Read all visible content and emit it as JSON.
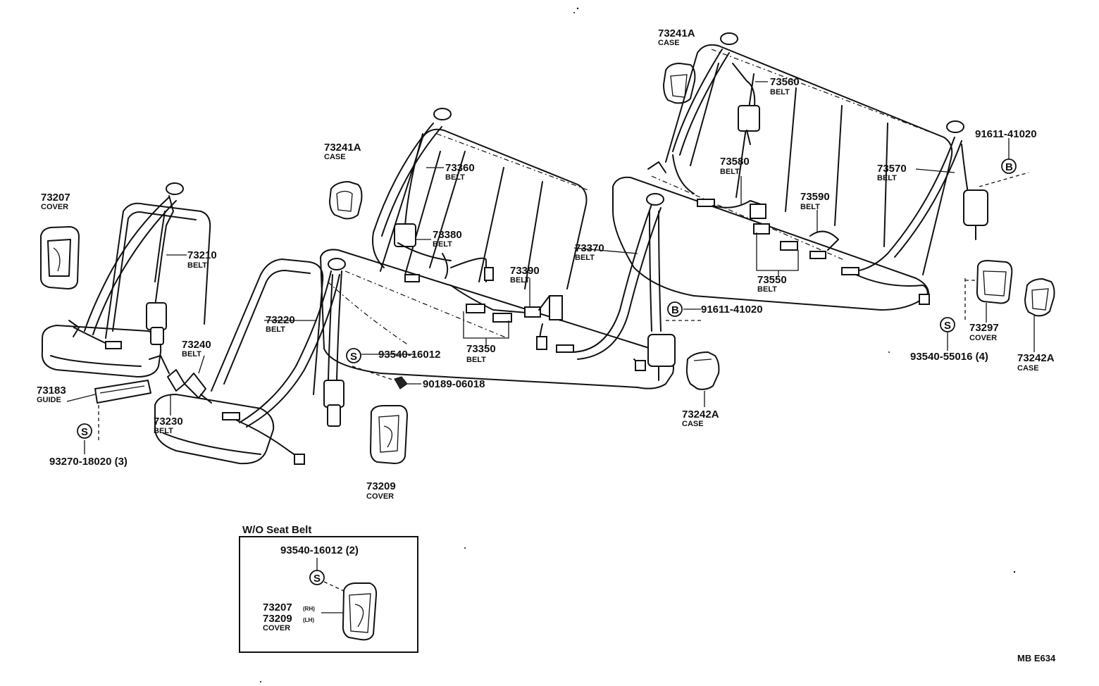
{
  "labels": {
    "p73241A_left": {
      "num": "73241A",
      "sub": "CASE"
    },
    "p73241A_right": {
      "num": "73241A",
      "sub": "CASE"
    },
    "p73207": {
      "num": "73207",
      "sub": "COVER"
    },
    "p73210": {
      "num": "73210",
      "sub": "BELT"
    },
    "p73220": {
      "num": "73220",
      "sub": "BELT"
    },
    "p73240": {
      "num": "73240",
      "sub": "BELT"
    },
    "p73183": {
      "num": "73183",
      "sub": "GUIDE"
    },
    "p73230": {
      "num": "73230",
      "sub": "BELT"
    },
    "p93270": {
      "num": "93270-18020 (3)"
    },
    "p73360": {
      "num": "73360",
      "sub": "BELT"
    },
    "p73380": {
      "num": "73380",
      "sub": "BELT"
    },
    "p73390": {
      "num": "73390",
      "sub": "BELT"
    },
    "p73370": {
      "num": "73370",
      "sub": "BELT"
    },
    "p73350": {
      "num": "73350",
      "sub": "BELT"
    },
    "p93540_16012": {
      "num": "93540-16012"
    },
    "p90189": {
      "num": "90189-06018"
    },
    "p73209": {
      "num": "73209",
      "sub": "COVER"
    },
    "p91611_mid": {
      "num": "91611-41020"
    },
    "p73242A_mid": {
      "num": "73242A",
      "sub": "CASE"
    },
    "p73560": {
      "num": "73560",
      "sub": "BELT"
    },
    "p73580": {
      "num": "73580",
      "sub": "BELT"
    },
    "p73570": {
      "num": "73570",
      "sub": "BELT"
    },
    "p73590": {
      "num": "73590",
      "sub": "BELT"
    },
    "p73550": {
      "num": "73550",
      "sub": "BELT"
    },
    "p91611_right": {
      "num": "91611-41020"
    },
    "p73297": {
      "num": "73297",
      "sub": "COVER"
    },
    "p93540_55016": {
      "num": "93540-55016 (4)"
    },
    "p73242A_right": {
      "num": "73242A",
      "sub": "CASE"
    }
  },
  "badges": {
    "screw_symbol": "S",
    "bolt_symbol": "B"
  },
  "inset": {
    "title": "W/O Seat Belt",
    "part_screw": "93540-16012 (2)",
    "part_rh": "73207",
    "part_rh_suffix": "(RH)",
    "part_lh": "73209",
    "part_lh_suffix": "(LH)",
    "part_desc": "COVER"
  },
  "diagram_code": "MB E634"
}
